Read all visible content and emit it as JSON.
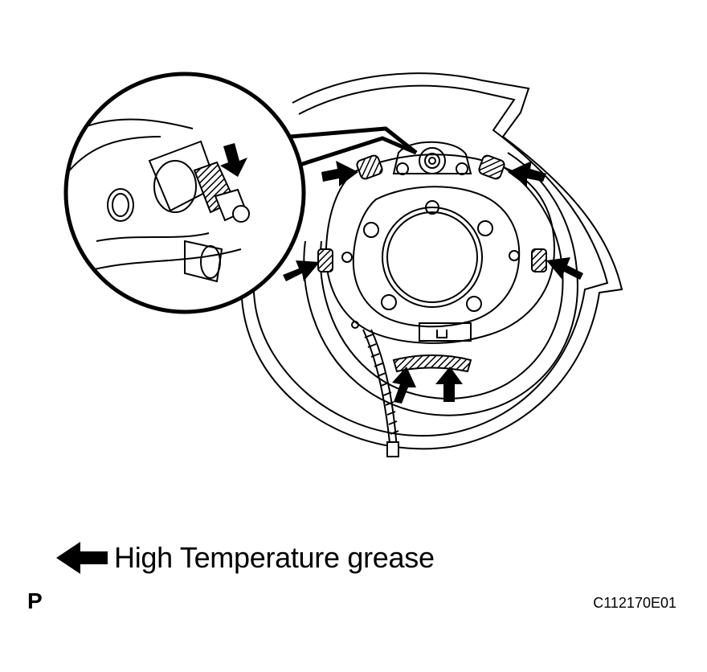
{
  "legend": {
    "text": "High Temperature grease",
    "icon": "black-arrow-left"
  },
  "page_marker": "P",
  "figure_code": "C112170E01",
  "colors": {
    "ink": "#000000",
    "background": "#ffffff"
  }
}
